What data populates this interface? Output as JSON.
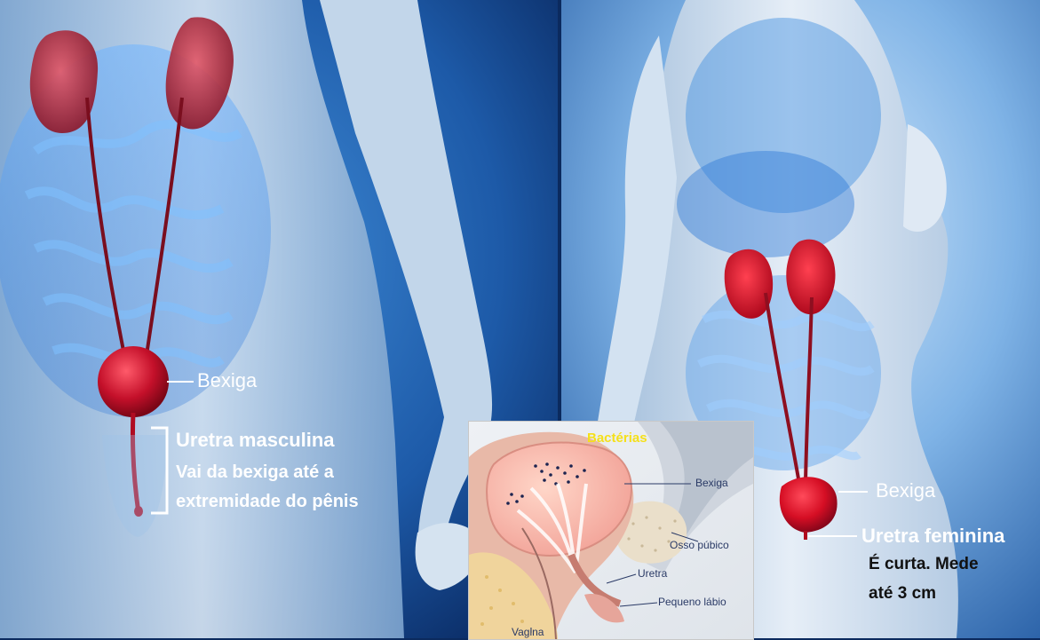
{
  "male": {
    "bladder_label": "Bexiga",
    "urethra_title": "Uretra masculina",
    "urethra_desc_line1": "Vai da bexiga até a",
    "urethra_desc_line2": "extremidade do pênis"
  },
  "female": {
    "bladder_label": "Bexiga",
    "urethra_title": "Uretra feminina",
    "urethra_desc_line1": "É curta. Mede",
    "urethra_desc_line2": "até 3 cm"
  },
  "inset": {
    "bacteria_label": "Bactérias",
    "bladder_label": "Bexiga",
    "pubic_bone_label": "Osso púbico",
    "urethra_label": "Uretra",
    "labia_label": "Pequeno lábio",
    "vagina_label": "Vagina"
  },
  "colors": {
    "organ_red": "#c4102a",
    "label_yellow": "#f5e01a",
    "background_blue": "#0b2a5e",
    "body_silver": "#b9cde4",
    "organ_blue": "#4a8fd8"
  }
}
